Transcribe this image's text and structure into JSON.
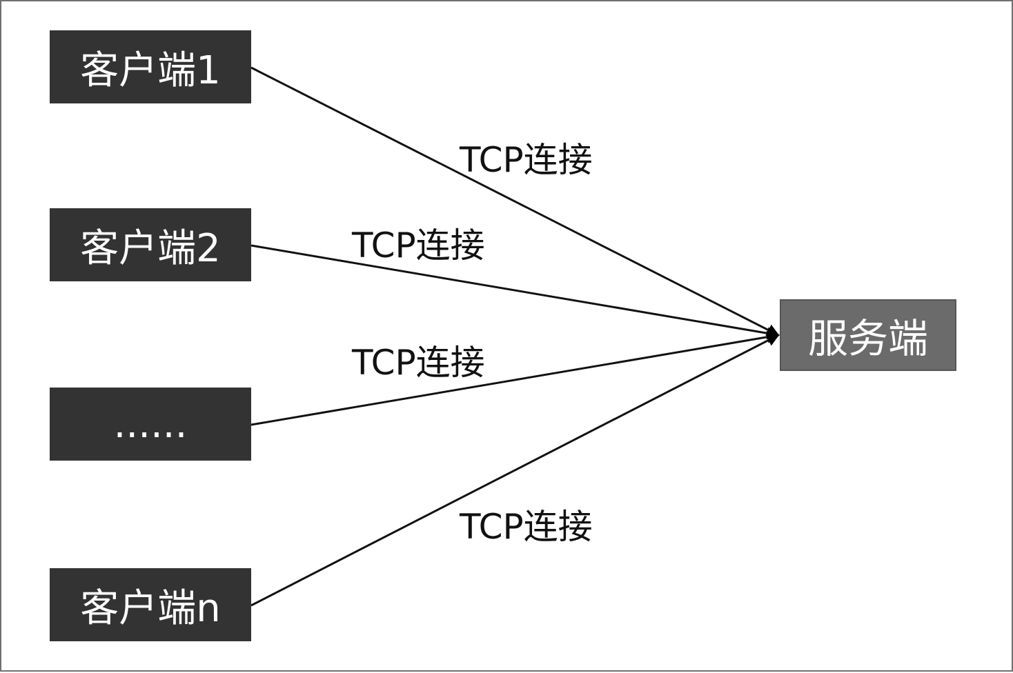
{
  "nodes": {
    "client1": "客户端1",
    "client2": "客户端2",
    "ellipsis": "......",
    "clientn": "客户端n",
    "server": "服务端"
  },
  "edges": [
    {
      "from": "客户端1",
      "to": "服务端",
      "label": "TCP连接"
    },
    {
      "from": "客户端2",
      "to": "服务端",
      "label": "TCP连接"
    },
    {
      "from": "......",
      "to": "服务端",
      "label": "TCP连接"
    },
    {
      "from": "客户端n",
      "to": "服务端",
      "label": "TCP连接"
    }
  ]
}
